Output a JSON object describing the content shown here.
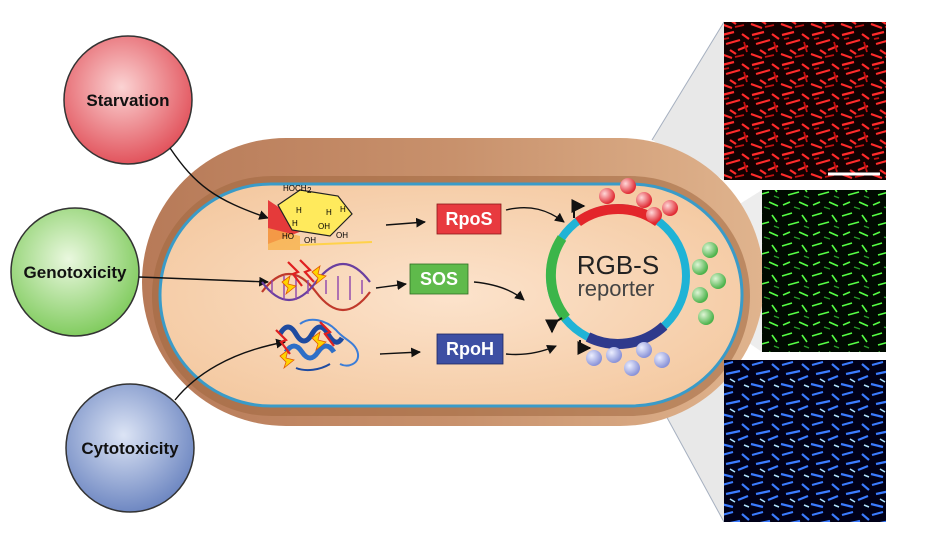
{
  "stresses": [
    {
      "id": "starvation",
      "label": "Starvation",
      "fill": "#e8606a"
    },
    {
      "id": "genotoxicity",
      "label": "Genotoxicity",
      "fill": "#8ed36f"
    },
    {
      "id": "cytotoxicity",
      "label": "Cytotoxicity",
      "fill": "#7e95c8"
    }
  ],
  "promoters": [
    {
      "id": "rpos",
      "label": "RpoS",
      "color": "#e83a3f"
    },
    {
      "id": "sos",
      "label": "SOS",
      "color": "#5fba4b"
    },
    {
      "id": "rpoh",
      "label": "RpoH",
      "color": "#3d4fa3"
    }
  ],
  "reporter": {
    "title": "RGB-S",
    "subtitle": "reporter"
  },
  "sugar": {
    "label": "HOCH",
    "sub": "2",
    "atoms": [
      "H",
      "H",
      "OH",
      "HO",
      "OH",
      "H",
      "OH",
      "H"
    ]
  },
  "micrographs": [
    {
      "id": "red",
      "color": "#e41a1c"
    },
    {
      "id": "green",
      "color": "#33cc33"
    },
    {
      "id": "blue",
      "color": "#1f5cff"
    }
  ]
}
